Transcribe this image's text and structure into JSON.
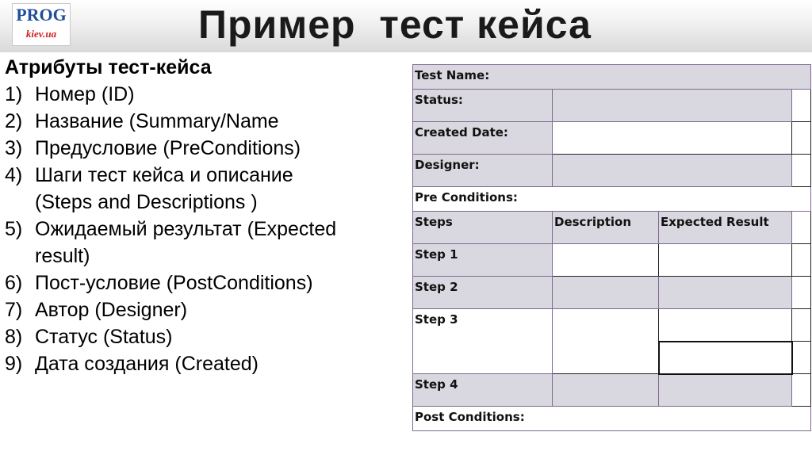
{
  "logo": {
    "main": "PROG",
    "sub": "kiev.ua"
  },
  "title": "Пример  тест кейса",
  "attributes": {
    "heading": "Атрибуты тест-кейса",
    "items": [
      {
        "num": "1)",
        "lines": [
          "Номер (ID)"
        ]
      },
      {
        "num": "2)",
        "lines": [
          "Название (Summary/Name"
        ]
      },
      {
        "num": "3)",
        "lines": [
          "Предусловие (PreConditions)"
        ]
      },
      {
        "num": "4)",
        "lines": [
          "Шаги тест кейса и описание",
          "(Steps and Descriptions )"
        ]
      },
      {
        "num": "5)",
        "lines": [
          "Ожидаемый результат (Expected",
          "result)"
        ]
      },
      {
        "num": "6)",
        "lines": [
          "Пост-условие (PostConditions)"
        ]
      },
      {
        "num": "7)",
        "lines": [
          "Автор (Designer)"
        ]
      },
      {
        "num": "8)",
        "lines": [
          "Статус (Status)"
        ]
      },
      {
        "num": "9)",
        "lines": [
          "Дата создания (Created)"
        ]
      }
    ]
  },
  "table": {
    "test_name": "Test Name:",
    "status": "Status:",
    "created_date": "Created Date:",
    "designer": "Designer:",
    "pre_conditions": "Pre Conditions:",
    "col_steps": "Steps",
    "col_description": "Description",
    "col_expected": "Expected Result",
    "step1": "Step 1",
    "step2": "Step 2",
    "step3": "Step 3",
    "step4": "Step 4",
    "post_conditions": "Post  Conditions:"
  }
}
